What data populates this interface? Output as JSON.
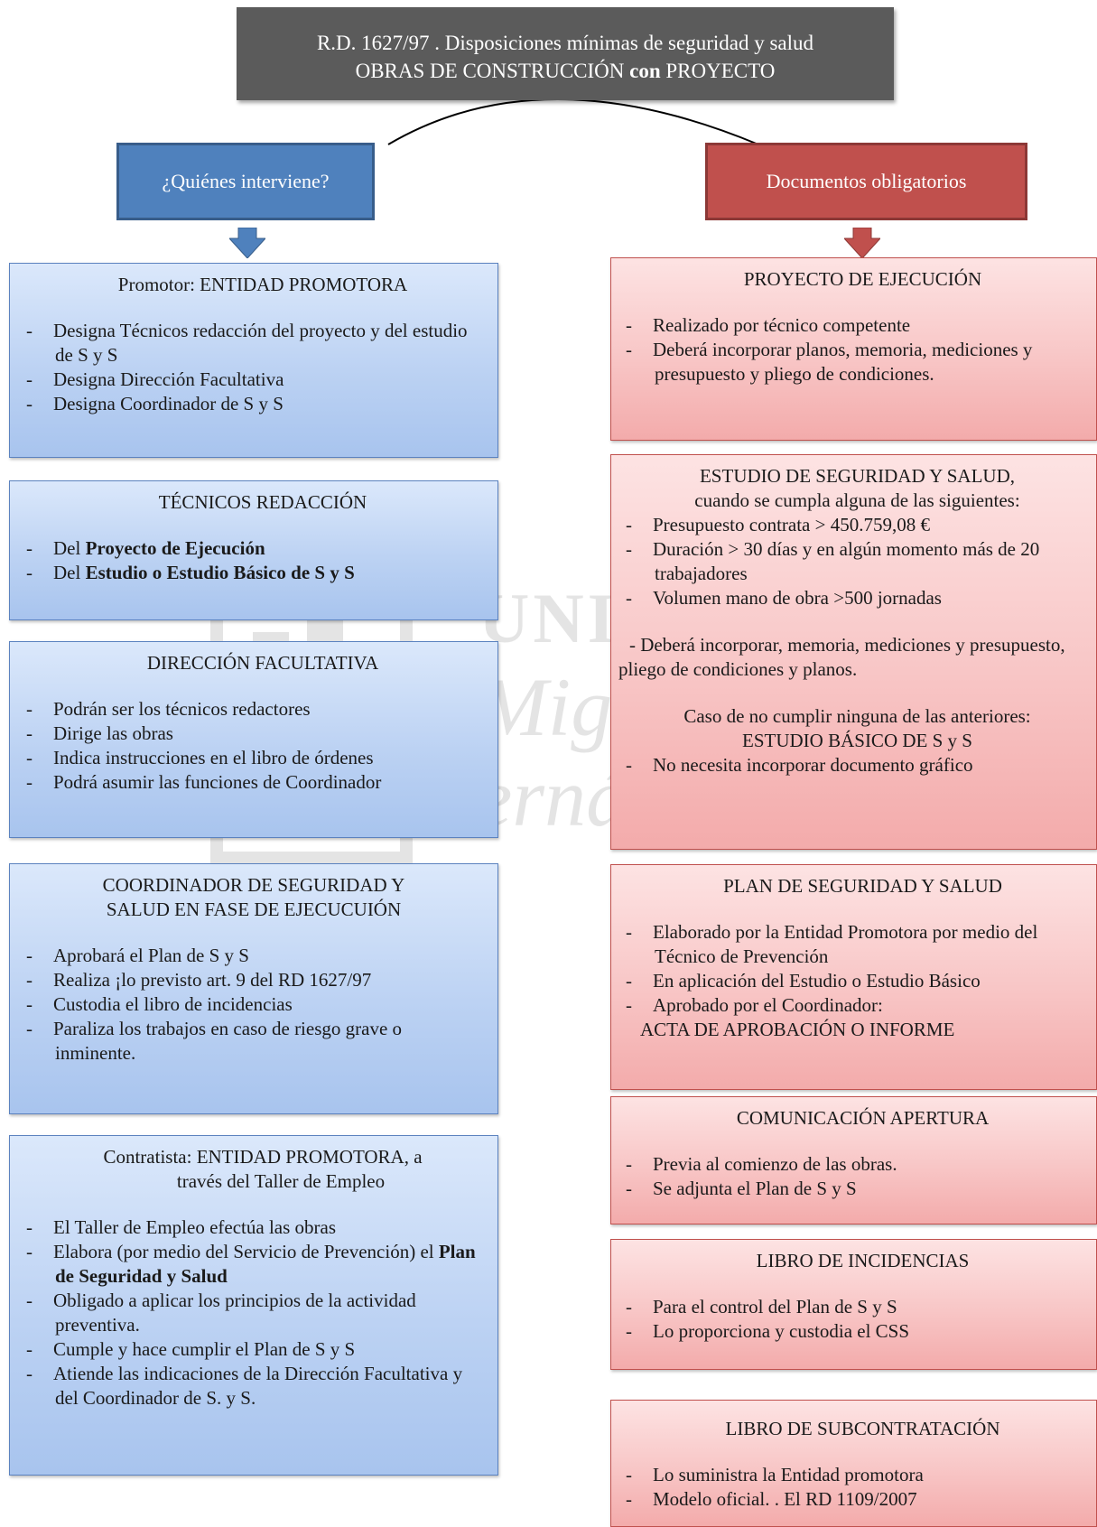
{
  "title": {
    "line1": "R.D. 1627/97 . Disposiciones mínimas de seguridad y salud",
    "line2_a": "OBRAS DE CONSTRUCCIÓN ",
    "line2_b": "con",
    "line2_c": " PROYECTO"
  },
  "left_header": "¿Quiénes interviene?",
  "right_header": "Documentos obligatorios",
  "watermark": {
    "line1": "UNIVERSITAS",
    "line2": "Miguel",
    "line3": "Hernández"
  },
  "colors": {
    "title_bg": "#5b5b5b",
    "blue": "#4f81bd",
    "red": "#c0504d"
  },
  "left": {
    "promotor": {
      "title": "Promotor: ENTIDAD PROMOTORA",
      "items": [
        "Designa Técnicos redacción del proyecto y del estudio de S y S",
        "Designa Dirección Facultativa",
        "Designa Coordinador de S y S"
      ]
    },
    "tecnicos": {
      "title": "TÉCNICOS REDACCIÓN",
      "item1_prefix": "Del ",
      "item1_bold": "Proyecto de Ejecución",
      "item2_prefix": "Del ",
      "item2_bold": "Estudio o Estudio Básico de S y S"
    },
    "direccion": {
      "title": "DIRECCIÓN FACULTATIVA",
      "items": [
        "Podrán ser los técnicos redactores",
        "Dirige las obras",
        "Indica instrucciones en el libro de órdenes",
        "Podrá asumir las funciones de Coordinador"
      ]
    },
    "coordinador": {
      "title_line1": "COORDINADOR DE SEGURIDAD Y",
      "title_line2": "SALUD EN FASE DE EJECUCUIÓN",
      "items": [
        "Aprobará el Plan de S y S",
        "Realiza ¡lo previsto art. 9 del RD 1627/97",
        "Custodia el libro de incidencias",
        "Paraliza los trabajos en caso de riesgo grave o inminente."
      ]
    },
    "contratista": {
      "title_line1": "Contratista: ENTIDAD PROMOTORA, a",
      "title_line2": "través del Taller de Empleo",
      "item1": "El Taller de Empleo efectúa las obras",
      "item2_prefix": "Elabora (por medio del Servicio de Prevención) el ",
      "item2_bold": "Plan de Seguridad y Salud",
      "item3": "Obligado a aplicar los principios de la actividad preventiva.",
      "item4": "Cumple y hace cumplir el Plan de S y S",
      "item5": "Atiende las indicaciones de la Dirección Facultativa y del Coordinador de S. y S."
    }
  },
  "right": {
    "proyecto": {
      "title": "PROYECTO DE EJECUCIÓN",
      "items": [
        "Realizado por técnico competente",
        "Deberá incorporar planos, memoria, mediciones y presupuesto y pliego de condiciones."
      ]
    },
    "estudio": {
      "title_line1": "ESTUDIO DE SEGURIDAD Y SALUD,",
      "title_line2": "cuando se cumpla alguna de las siguientes:",
      "items": [
        "Presupuesto contrata > 450.759,08 €",
        "Duración > 30 días y en algún momento más de 20 trabajadores",
        "Volumen mano de obra >500 jornadas"
      ],
      "para": "- Deberá incorporar, memoria, mediciones y presupuesto, pliego de condiciones y planos.",
      "caso": "Caso de no cumplir ninguna de las anteriores:",
      "basico": "ESTUDIO BÁSICO DE S y S",
      "basico_item": "No necesita incorporar documento gráfico"
    },
    "plan": {
      "title": "PLAN DE SEGURIDAD Y SALUD",
      "items": [
        "Elaborado por la Entidad Promotora por medio del Técnico de Prevención",
        "En aplicación del Estudio o Estudio Básico",
        "Aprobado por el Coordinador:"
      ],
      "acta": "ACTA DE APROBACIÓN O INFORME"
    },
    "comunicacion": {
      "title": "COMUNICACIÓN APERTURA",
      "items": [
        "Previa al comienzo de las obras.",
        "Se adjunta el Plan de S y S"
      ]
    },
    "incidencias": {
      "title": "LIBRO DE INCIDENCIAS",
      "items": [
        "Para el control del Plan de S y S",
        "Lo proporciona y custodia el CSS"
      ]
    },
    "subcontratacion": {
      "title": "LIBRO DE SUBCONTRATACIÓN",
      "items": [
        "Lo suministra la Entidad promotora",
        "Modelo oficial. . El RD 1109/2007"
      ]
    }
  }
}
